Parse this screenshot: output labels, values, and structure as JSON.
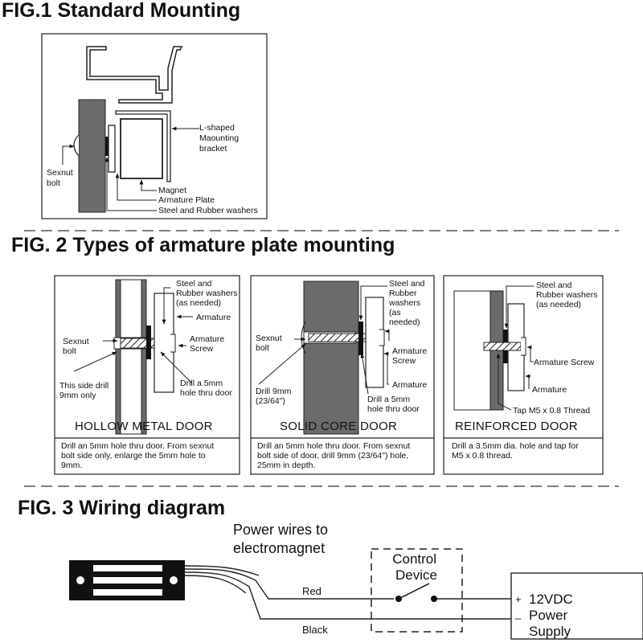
{
  "fig1": {
    "title": "FIG.1 Standard Mounting",
    "labels": {
      "bracket": [
        "L-shaped",
        "Maounting",
        "bracket"
      ],
      "sexnut": [
        "Sexnut",
        "bolt"
      ],
      "magnet": "Magnet",
      "armature_plate": "Armature Plate",
      "washers": "Steel and Rubber washers"
    }
  },
  "fig2": {
    "title": "FIG. 2 Types of armature plate mounting",
    "hollow": {
      "caption": "HOLLOW METAL DOOR",
      "washers": [
        "Steel and",
        "Rubber washers",
        "(as needed)"
      ],
      "armature": "Armature",
      "screw": [
        "Armature",
        "Screw"
      ],
      "sexnut": [
        "Sexnut",
        "bolt"
      ],
      "drill_side": [
        "This side drill",
        "9mm only"
      ],
      "drill_hole": [
        "Drill a 5mm",
        "hole thru door"
      ],
      "note": [
        "Drill an 5mm hole thru door.  From sexnut",
        "bolt side only, enlarge the 5mm hole to",
        "9mm."
      ]
    },
    "solid": {
      "caption": "SOLID CORE DOOR",
      "washers": [
        "Steel and",
        "Rubber",
        "washers",
        "(as",
        "needed)"
      ],
      "sexnut": [
        "Sexnut",
        "bolt"
      ],
      "screw": [
        "Armature",
        "Screw"
      ],
      "armature": "Armature",
      "drill_9mm": [
        "Drill 9mm",
        "(23/64\")"
      ],
      "drill_hole": [
        "Drill a 5mm",
        "hole thru door"
      ],
      "note": [
        "Drill an 5mm hole thru door.  From sexnut",
        "bolt side of door, drill 9mm (23/64\") hole,",
        "25mm in depth."
      ]
    },
    "reinforced": {
      "caption": "REINFORCED DOOR",
      "washers": [
        "Steel and",
        "Rubber washers",
        "(as needed)"
      ],
      "screw": "Armature Screw",
      "armature": "Armature",
      "tap": "Tap M5 x 0.8 Thread",
      "note": [
        "Drill a 3.5mm dia. hole and tap for",
        "M5 x 0.8 thread."
      ]
    }
  },
  "fig3": {
    "title": "FIG. 3 Wiring diagram",
    "power_wires": [
      "Power wires to",
      "electromagnet"
    ],
    "control": [
      "Control",
      "Device"
    ],
    "red": "Red",
    "black": "Black",
    "plus": "+",
    "minus": "_",
    "supply": [
      "12VDC",
      "Power",
      "Supply"
    ]
  }
}
